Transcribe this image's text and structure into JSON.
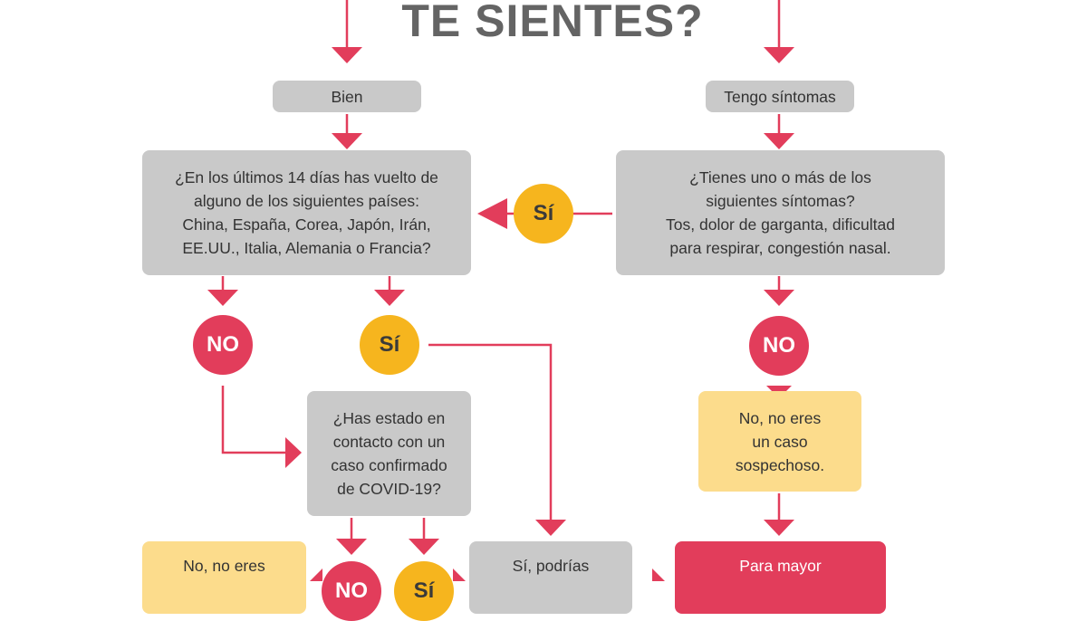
{
  "title": "TE SIENTES?",
  "nodes": {
    "bien": "Bien",
    "tengo_sintomas": "Tengo síntomas",
    "pregunta_paises": [
      "¿En los últimos 14 días has vuelto de",
      "alguno de los siguientes países:",
      "China, España, Corea, Japón, Irán,",
      "EE.UU., Italia, Alemania o Francia?"
    ],
    "pregunta_sintomas": [
      "¿Tienes uno o más de los",
      "siguientes síntomas?",
      "Tos, dolor de garganta, dificultad",
      "para respirar, congestión nasal."
    ],
    "pregunta_contacto": [
      "¿Has estado en",
      "contacto con un",
      "caso confirmado",
      "de COVID-19?"
    ],
    "no_sospechoso_right": [
      "No, no eres",
      "un caso",
      "sospechoso."
    ],
    "no_eres_bottom": "No, no eres",
    "si_podrias": "Sí, podrías",
    "para_mayor": "Para mayor"
  },
  "answers": {
    "si": "Sí",
    "no": "NO"
  },
  "colors": {
    "red": "#e23d5b",
    "yellow": "#f6b51e",
    "gray": "#c9c9c9",
    "light_yellow": "#fcdc8c",
    "title": "#646464"
  }
}
